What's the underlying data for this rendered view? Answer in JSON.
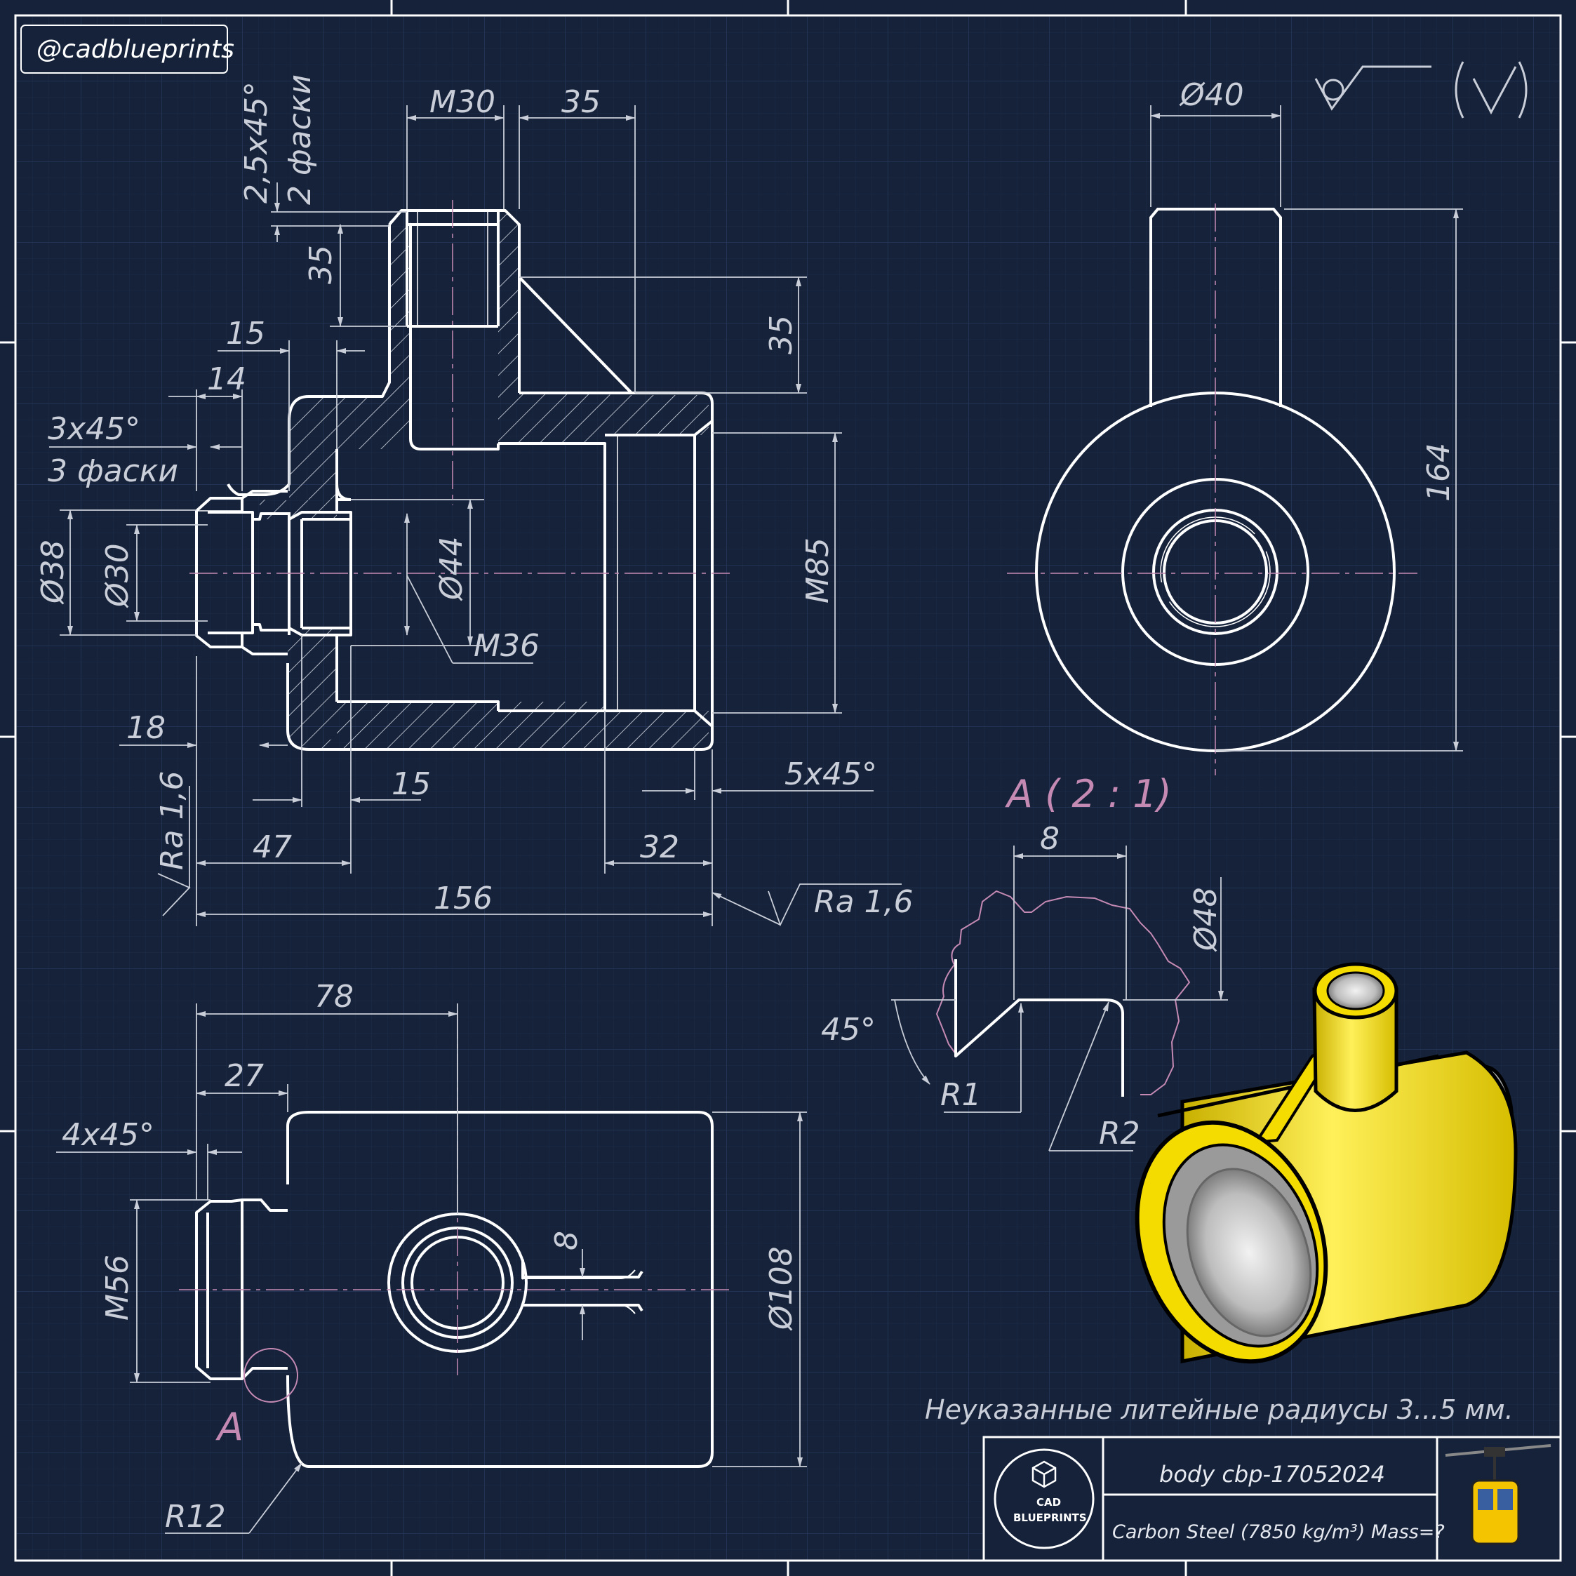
{
  "handle": "@cadblueprints",
  "chamfer_top": {
    "size": "2,5x45°",
    "count": "2 фаски"
  },
  "chamfer_left": {
    "size": "3x45°",
    "count": "3 фаски"
  },
  "front_view": {
    "thread_top": "M30",
    "dim_35_top": "35",
    "dim_35_left": "35",
    "dim_35_right": "35",
    "dim_15_top": "15",
    "dim_14": "14",
    "dia_38": "Ø38",
    "dia_30": "Ø30",
    "dia_44": "Ø44",
    "thread_m36": "M36",
    "thread_m85": "M85",
    "dim_18": "18",
    "dim_15_bottom": "15",
    "chamfer_5": "5x45°",
    "roughness_left": "Ra 1,6",
    "dim_47": "47",
    "dim_32": "32",
    "dim_156": "156",
    "roughness_right": "Ra 1,6"
  },
  "side_view": {
    "dia_40": "Ø40",
    "dim_164": "164"
  },
  "top_view": {
    "dim_78": "78",
    "dim_27": "27",
    "chamfer_4": "4x45°",
    "thread_m56": "M56",
    "dim_8": "8",
    "dia_108": "Ø108",
    "radius_12": "R12",
    "section_mark": "A"
  },
  "detail_view": {
    "title": "A ( 2 : 1)",
    "dim_8": "8",
    "dia_48": "Ø48",
    "angle_45": "45°",
    "radius_1": "R1",
    "radius_2": "R2"
  },
  "note": "Неуказанные литейные радиусы 3...5 мм.",
  "title_block": {
    "logo_line1": "CAD",
    "logo_line2": "BLUEPRINTS",
    "part_name": "body cbp-17052024",
    "material": "Carbon Steel (7850 kg/m³) Mass=?"
  },
  "colors": {
    "background": "#15223a",
    "grid": "#24324e",
    "line": "#ffffff",
    "dimension": "#c9ced8",
    "accent_pink": "#c58ab4",
    "part_yellow": "#f5dc00"
  },
  "icons": {
    "surface_finish": "surface-finish-symbol-icon",
    "brand": "cad-blueprints-logo-icon",
    "cable_car": "cable-car-icon"
  }
}
